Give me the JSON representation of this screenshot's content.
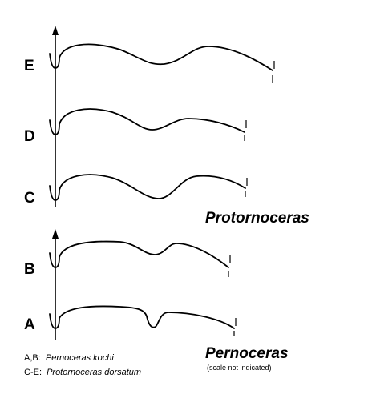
{
  "rows": {
    "E": {
      "label": "E"
    },
    "D": {
      "label": "D"
    },
    "C": {
      "label": "C"
    },
    "B": {
      "label": "B"
    },
    "A": {
      "label": "A"
    }
  },
  "genera": {
    "upper": "Protornoceras",
    "lower": "Pernoceras",
    "scale_note": "(scale not indicated)"
  },
  "legend": {
    "line1_key": "A,B:",
    "line1_species": "Pernoceras kochi",
    "line2_key": "C-E:",
    "line2_species": "Protornoceras dorsatum"
  }
}
